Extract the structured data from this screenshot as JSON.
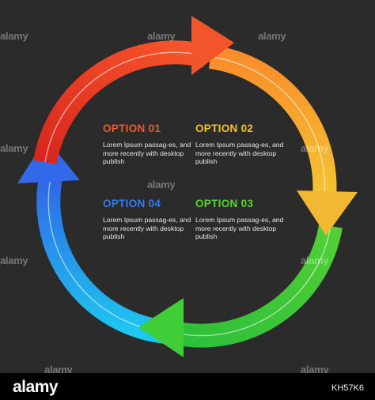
{
  "options": [
    {
      "title": "OPTION 01",
      "body": "Lorem Ipsum passag-es, and more recently with desktop publish",
      "color": "#f15a2b"
    },
    {
      "title": "OPTION 02",
      "body": "Lorem Ipsum passag-es, and more recently with desktop publish",
      "color": "#f6c21c"
    },
    {
      "title": "OPTION 03",
      "body": "Lorem Ipsum passag-es, and more recently with desktop publish",
      "color": "#58d52b"
    },
    {
      "title": "OPTION 04",
      "body": "Lorem Ipsum passag-es, and more recently with desktop publish",
      "color": "#2f7df6"
    }
  ],
  "arrow_colors": {
    "red": "#ea3a22",
    "orange": "#f5a82c",
    "green": "#3cc83a",
    "blue": "#2a7be8"
  },
  "watermark": "alamy",
  "footer": {
    "logo": "alamy",
    "code": "KH57K6"
  }
}
